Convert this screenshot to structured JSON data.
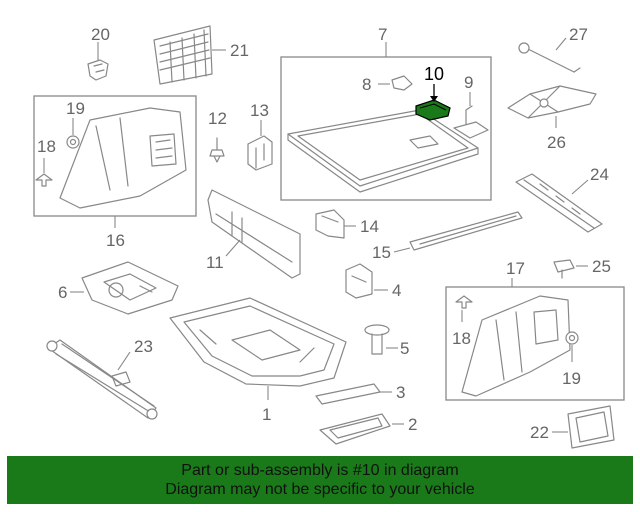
{
  "callouts": {
    "c1": "1",
    "c2": "2",
    "c3": "3",
    "c4": "4",
    "c5": "5",
    "c6": "6",
    "c7": "7",
    "c8": "8",
    "c9": "9",
    "c10": "10",
    "c11": "11",
    "c12": "12",
    "c13": "13",
    "c14": "14",
    "c15": "15",
    "c16": "16",
    "c17": "17",
    "c18a": "18",
    "c18b": "18",
    "c19a": "19",
    "c19b": "19",
    "c20": "20",
    "c21": "21",
    "c22": "22",
    "c23": "23",
    "c24": "24",
    "c25": "25",
    "c26": "26",
    "c27": "27"
  },
  "highlighted_callout": "10",
  "banner": {
    "line1": "Part or sub-assembly is #10 in diagram",
    "line2": "Diagram may not be specific to your vehicle"
  },
  "colors": {
    "banner_bg": "#1a7a1a",
    "line_art": "#888888",
    "highlight_part": "#1a7a1a"
  }
}
